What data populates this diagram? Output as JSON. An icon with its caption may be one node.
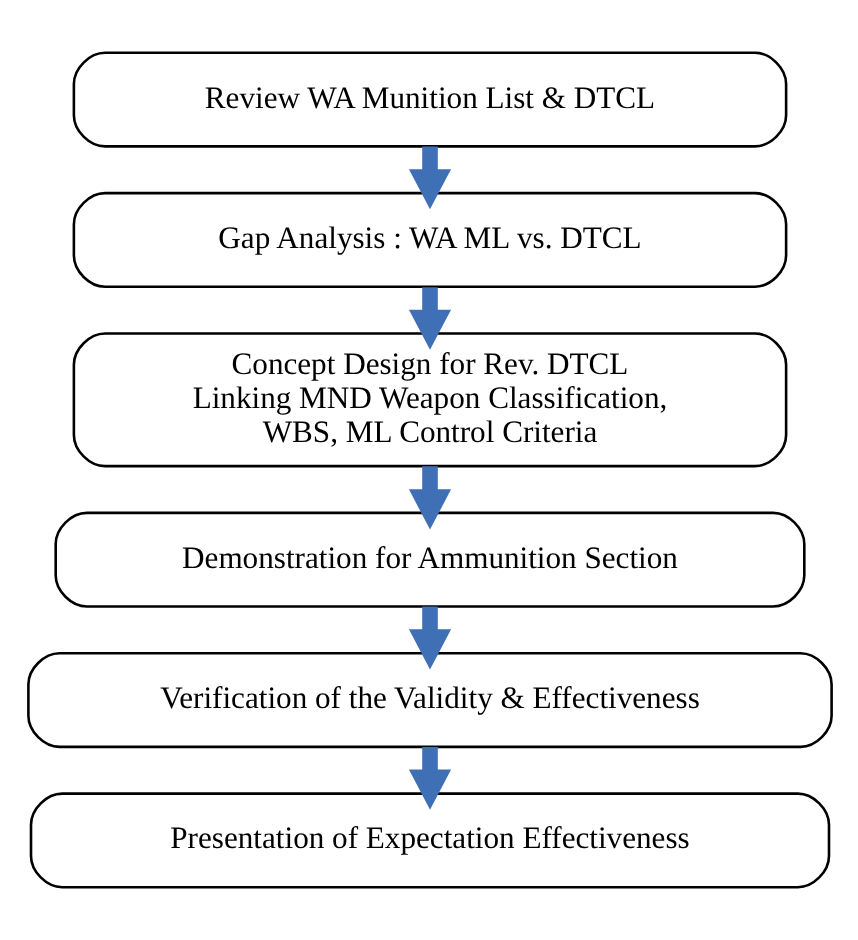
{
  "diagram": {
    "nodes": [
      {
        "text": [
          "Review WA Munition List & DTCL"
        ]
      },
      {
        "text": [
          "Gap Analysis : WA ML vs. DTCL"
        ]
      },
      {
        "text": [
          "Concept Design for Rev. DTCL Linking MND Weapon Classification, WBS, ML Control Criteria"
        ]
      },
      {
        "text": [
          "Demonstration for Ammunition Section"
        ]
      },
      {
        "text": [
          "Verification of the Validity & Effectiveness"
        ]
      },
      {
        "text": [
          "Presentation of Expectation Effectiveness"
        ]
      }
    ],
    "edges": [
      {
        "from": 0,
        "to": 1,
        "arrow": "to"
      },
      {
        "from": 1,
        "to": 2,
        "arrow": "to"
      },
      {
        "from": 2,
        "to": 3,
        "arrow": "to"
      },
      {
        "from": 3,
        "to": 4,
        "arrow": "to"
      },
      {
        "from": 4,
        "to": 5,
        "arrow": "to"
      }
    ]
  }
}
